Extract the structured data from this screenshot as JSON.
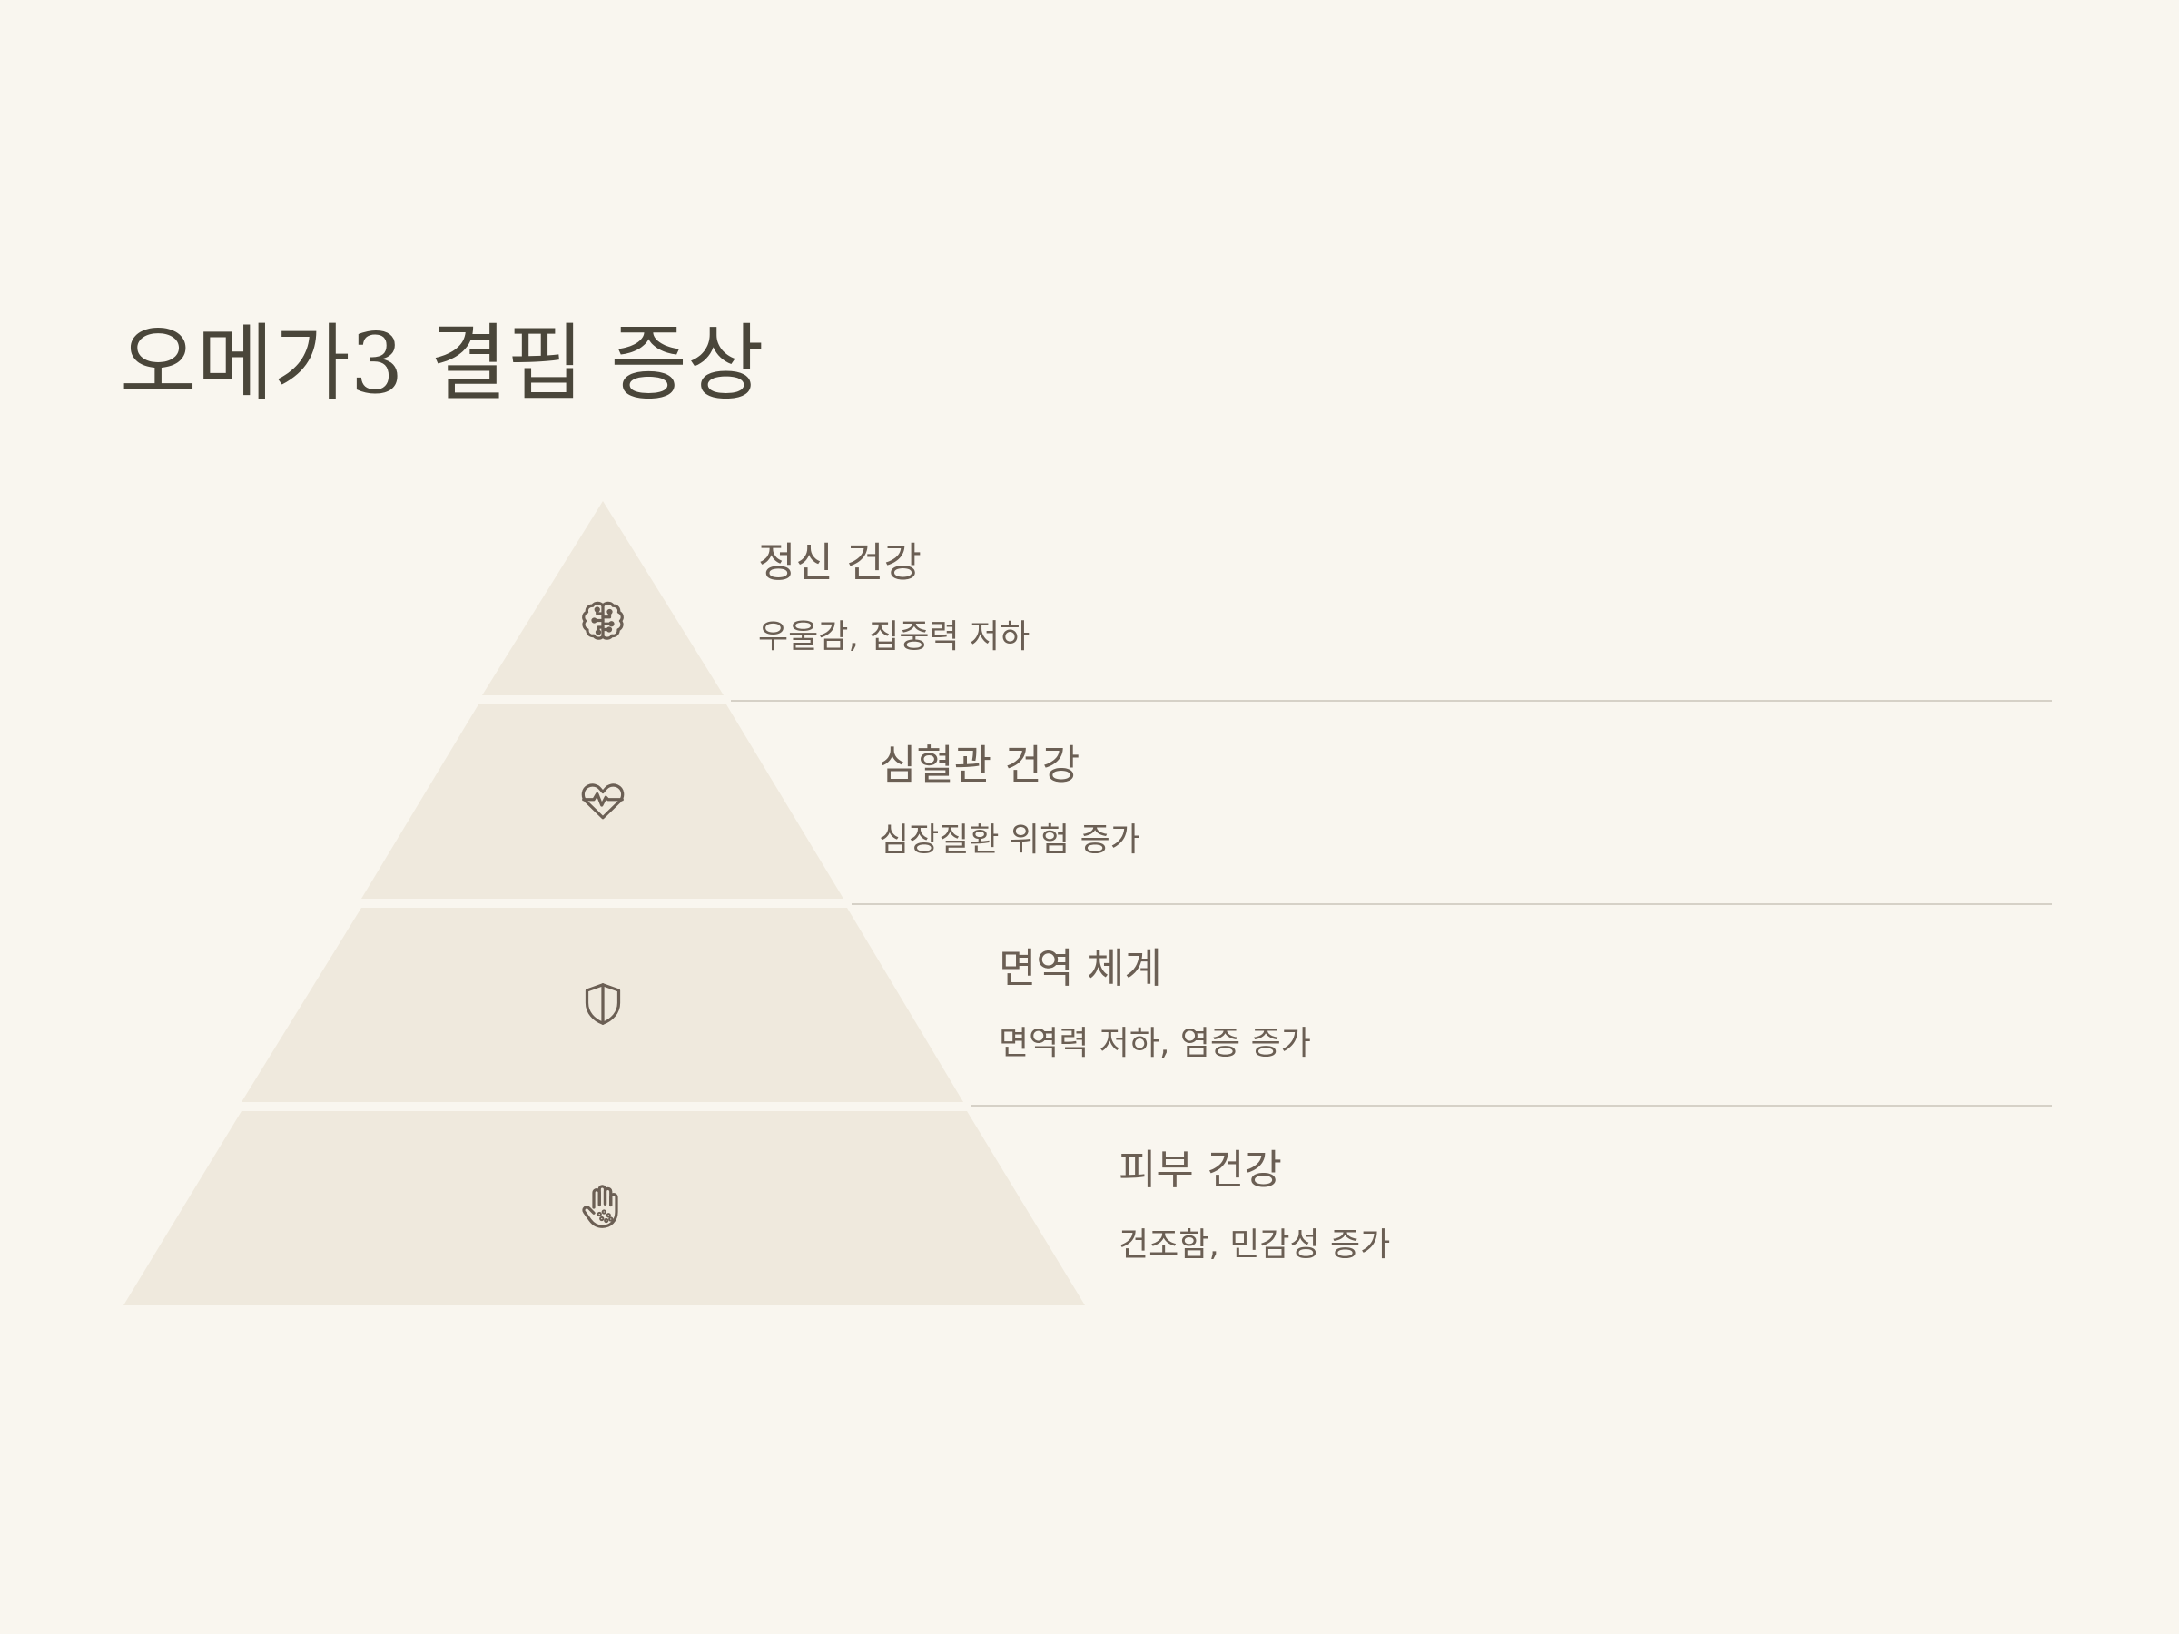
{
  "title": "오메가3 결핍 증상",
  "colors": {
    "background": "#f9f6ef",
    "tier_fill": "#efe9dd",
    "text": "#6b5f54",
    "title": "#4a463a",
    "divider": "#d6d1c7"
  },
  "tiers": [
    {
      "title": "정신 건강",
      "description": "우울감, 집중력 저하",
      "icon": "brain-icon"
    },
    {
      "title": "심혈관 건강",
      "description": "심장질환 위험 증가",
      "icon": "heart-pulse-icon"
    },
    {
      "title": "면역 체계",
      "description": "면역력 저하, 염증 증가",
      "icon": "shield-icon"
    },
    {
      "title": "피부 건강",
      "description": "건조함, 민감성 증가",
      "icon": "hand-icon"
    }
  ]
}
